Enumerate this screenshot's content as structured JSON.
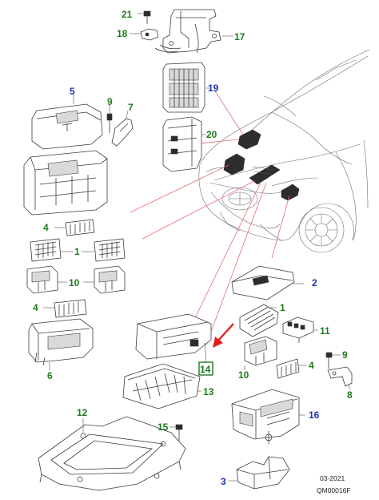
{
  "colors": {
    "label_blue": "#1a33b3",
    "label_green": "#1f7a1f",
    "highlight_box": "#1f7a1f",
    "callout_arrow": "#e02020",
    "leader_red": "#e07070"
  },
  "labels": {
    "p1a": "1",
    "p1b": "1",
    "p2": "2",
    "p3": "3",
    "p4a": "4",
    "p4b": "4",
    "p4c": "4",
    "p5": "5",
    "p6": "6",
    "p7": "7",
    "p8": "8",
    "p9a": "9",
    "p9b": "9",
    "p10a": "10",
    "p10b": "10",
    "p11": "11",
    "p12": "12",
    "p13": "13",
    "p14": "14",
    "p15": "15",
    "p16": "16",
    "p17": "17",
    "p18": "18",
    "p19": "19",
    "p20": "20",
    "p21": "21"
  },
  "footer": {
    "date": "03-2021",
    "code": "QM00016F"
  },
  "highlight": {
    "part": "14",
    "icon": "red-callout-arrow-icon"
  }
}
